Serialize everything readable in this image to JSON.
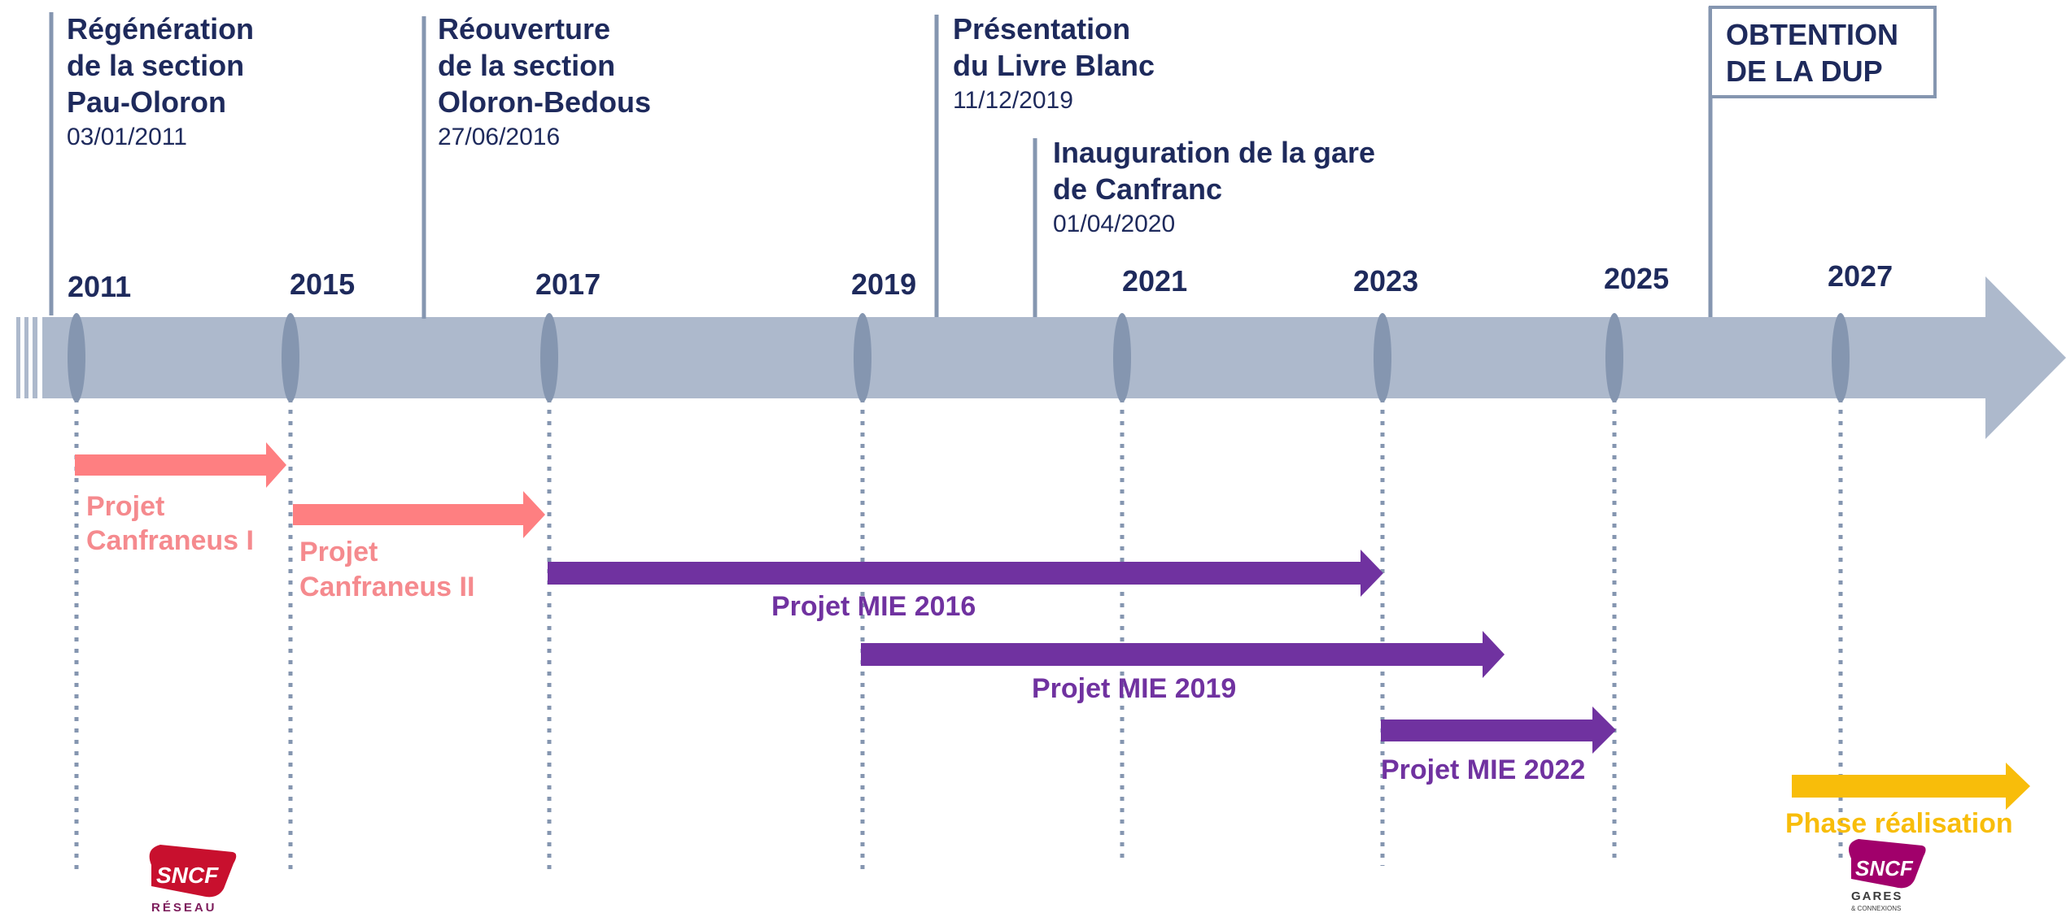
{
  "colors": {
    "axis": "#adb9cc",
    "axis_node": "#8596b0",
    "event_line": "#8596b0",
    "dark_text": "#1e2a5c",
    "pink": "#fe7f81",
    "pink_text": "#f58a8e",
    "purple": "#7032a0",
    "yellow": "#f8bd0a",
    "logo_red": "#c8102e",
    "logo_magenta": "#a1006b"
  },
  "years": [
    "2011",
    "2015",
    "2017",
    "2019",
    "2021",
    "2023",
    "2025",
    "2027"
  ],
  "events": [
    {
      "title": [
        "Régénération",
        "de la section",
        "Pau-Oloron"
      ],
      "date": "03/01/2011"
    },
    {
      "title": [
        "Réouverture",
        "de la section",
        "Oloron-Bedous"
      ],
      "date": "27/06/2016"
    },
    {
      "title": [
        "Présentation",
        "du Livre Blanc"
      ],
      "date": "11/12/2019"
    },
    {
      "title": [
        "Inauguration de la gare",
        "de Canfranc"
      ],
      "date": "01/04/2020"
    }
  ],
  "dup_box": [
    "OBTENTION",
    "DE LA DUP"
  ],
  "projects": [
    {
      "label": [
        "Projet",
        "Canfraneus I"
      ],
      "from": "2011",
      "to": "2015",
      "color": "pink"
    },
    {
      "label": [
        "Projet",
        "Canfraneus II"
      ],
      "from": "2015",
      "to": "2017",
      "color": "pink"
    },
    {
      "label": [
        "Projet MIE 2016"
      ],
      "from": "2017",
      "to": "2023",
      "color": "purple"
    },
    {
      "label": [
        "Projet MIE 2019"
      ],
      "from": "2019",
      "to": "2024",
      "color": "purple"
    },
    {
      "label": [
        "Projet MIE 2022"
      ],
      "from": "2023",
      "to": "2025",
      "color": "purple"
    },
    {
      "label": [
        "Phase réalisation"
      ],
      "from": "2027",
      "to": "2028",
      "color": "yellow"
    }
  ],
  "logos": [
    {
      "mark": "SNCF",
      "sub": "RÉSEAU"
    },
    {
      "mark": "SNCF",
      "sub": "GARES",
      "sub2": "& CONNEXIONS"
    }
  ]
}
